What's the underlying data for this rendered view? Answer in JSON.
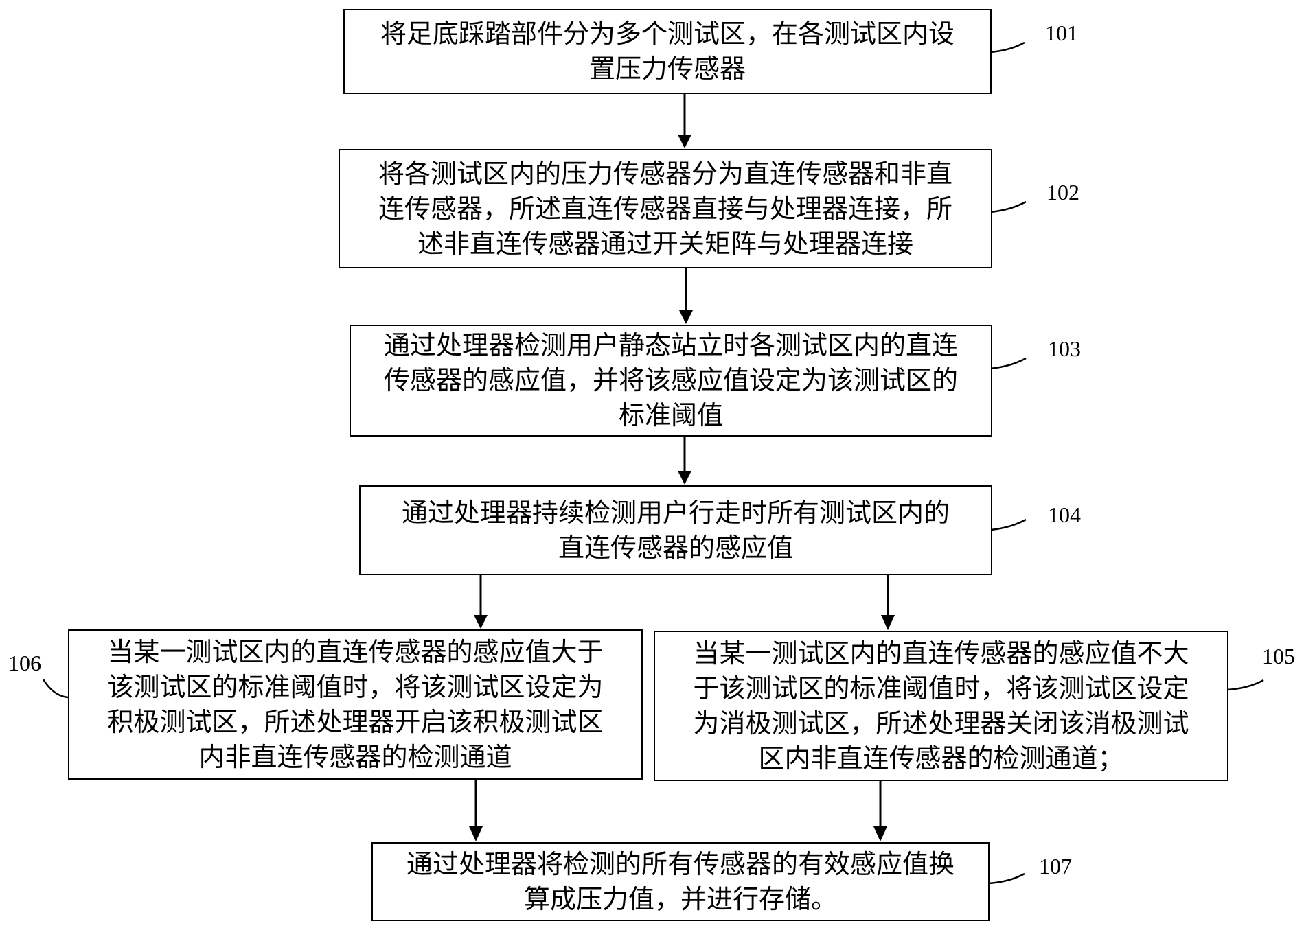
{
  "diagram": {
    "type": "flowchart",
    "steps": [
      {
        "id": "101",
        "label": "101",
        "lines": [
          "将足底踩踏部件分为多个测试区，在各测试区内设",
          "置压力传感器"
        ]
      },
      {
        "id": "102",
        "label": "102",
        "lines": [
          "将各测试区内的压力传感器分为直连传感器和非直",
          "连传感器，所述直连传感器直接与处理器连接，所",
          "述非直连传感器通过开关矩阵与处理器连接"
        ]
      },
      {
        "id": "103",
        "label": "103",
        "lines": [
          "通过处理器检测用户静态站立时各测试区内的直连",
          "传感器的感应值，并将该感应值设定为该测试区的",
          "标准阈值"
        ]
      },
      {
        "id": "104",
        "label": "104",
        "lines": [
          "通过处理器持续检测用户行走时所有测试区内的",
          "直连传感器的感应值"
        ]
      },
      {
        "id": "106",
        "label": "106",
        "lines": [
          "当某一测试区内的直连传感器的感应值大于",
          "该测试区的标准阈值时，将该测试区设定为",
          "积极测试区，所述处理器开启该积极测试区",
          "内非直连传感器的检测通道"
        ]
      },
      {
        "id": "105",
        "label": "105",
        "lines": [
          "当某一测试区内的直连传感器的感应值不大",
          "于该测试区的标准阈值时，将该测试区设定",
          "为消极测试区，所述处理器关闭该消极测试",
          "区内非直连传感器的检测通道；"
        ]
      },
      {
        "id": "107",
        "label": "107",
        "lines": [
          "通过处理器将检测的所有传感器的有效感应值换",
          "算成压力值，并进行存储。"
        ]
      }
    ],
    "edges": [
      {
        "from": "101",
        "to": "102"
      },
      {
        "from": "102",
        "to": "103"
      },
      {
        "from": "103",
        "to": "104"
      },
      {
        "from": "104",
        "to": "106"
      },
      {
        "from": "104",
        "to": "105"
      },
      {
        "from": "106",
        "to": "107"
      },
      {
        "from": "105",
        "to": "107"
      }
    ]
  }
}
